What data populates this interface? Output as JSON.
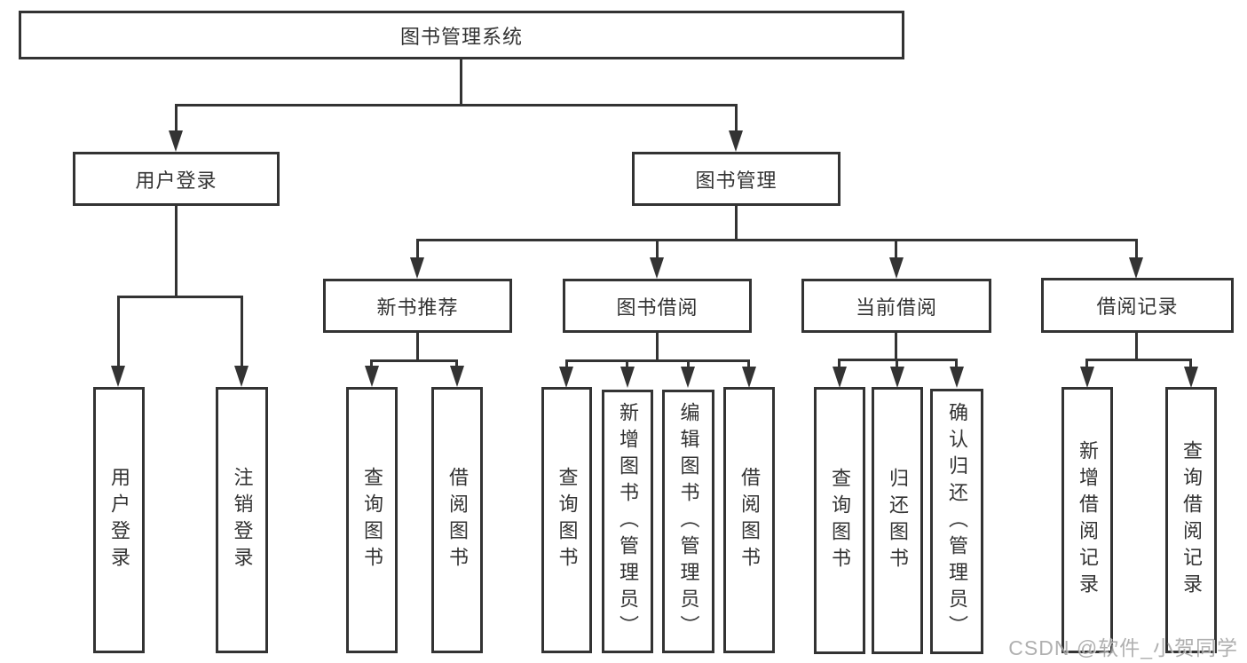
{
  "nodes": {
    "root": "图书管理系统",
    "user_login_branch": "用户登录",
    "book_management_branch": "图书管理",
    "new_book_recommend": "新书推荐",
    "book_borrow": "图书借阅",
    "current_borrow": "当前借阅",
    "borrow_records": "借阅记录",
    "ul_user_login": "用户登录",
    "ul_logout": "注销登录",
    "nb_query_book": "查询图书",
    "nb_borrow_book": "借阅图书",
    "bb_query_book": "查询图书",
    "bb_add_book": "新增图书（管理员）",
    "bb_edit_book": "编辑图书（管理员）",
    "bb_borrow_book": "借阅图书",
    "cb_query_book": "查询图书",
    "cb_return_book": "归还图书",
    "cb_confirm_return": "确认归还（管理员）",
    "br_add_record": "新增借阅记录",
    "br_query_record": "查询借阅记录"
  },
  "watermark": "CSDN @软件_小贺同学",
  "colors": {
    "line": "#333333",
    "text": "#333333",
    "background": "#ffffff",
    "watermark": "#a3a3a3"
  }
}
